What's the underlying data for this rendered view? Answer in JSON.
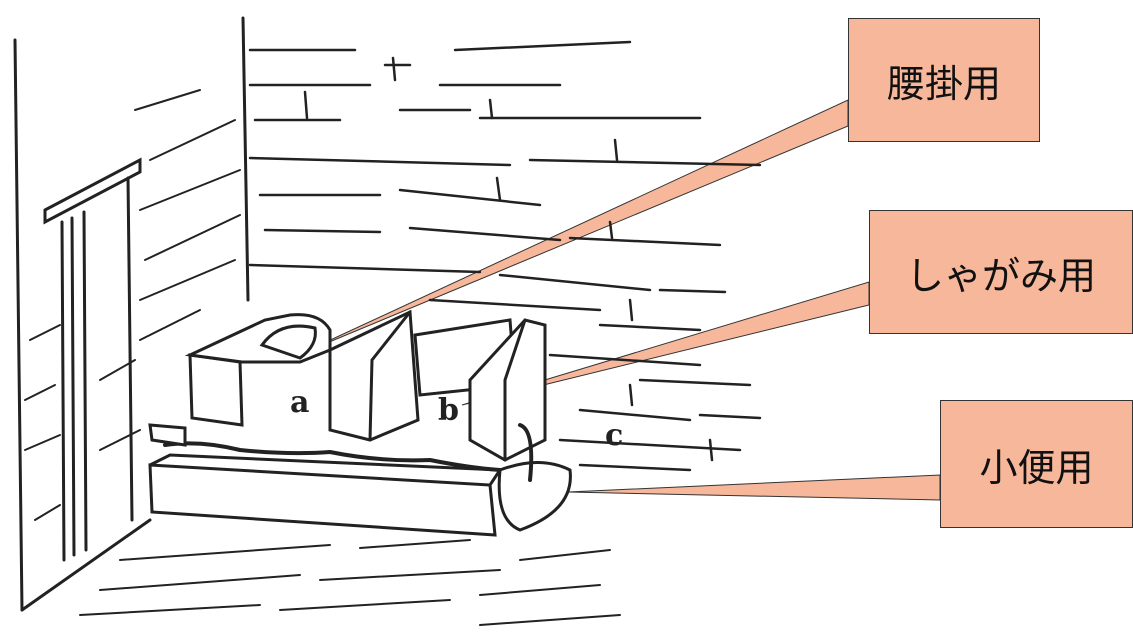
{
  "diagram": {
    "labels": {
      "a": "a",
      "b": "b",
      "c": "c"
    },
    "callouts": [
      {
        "text": "腰掛用",
        "target": "a"
      },
      {
        "text": "しゃがみ用",
        "target": "b"
      },
      {
        "text": "小便用",
        "target": "c"
      }
    ],
    "colors": {
      "callout_fill": "#f7b79a",
      "ink": "#222222"
    }
  }
}
